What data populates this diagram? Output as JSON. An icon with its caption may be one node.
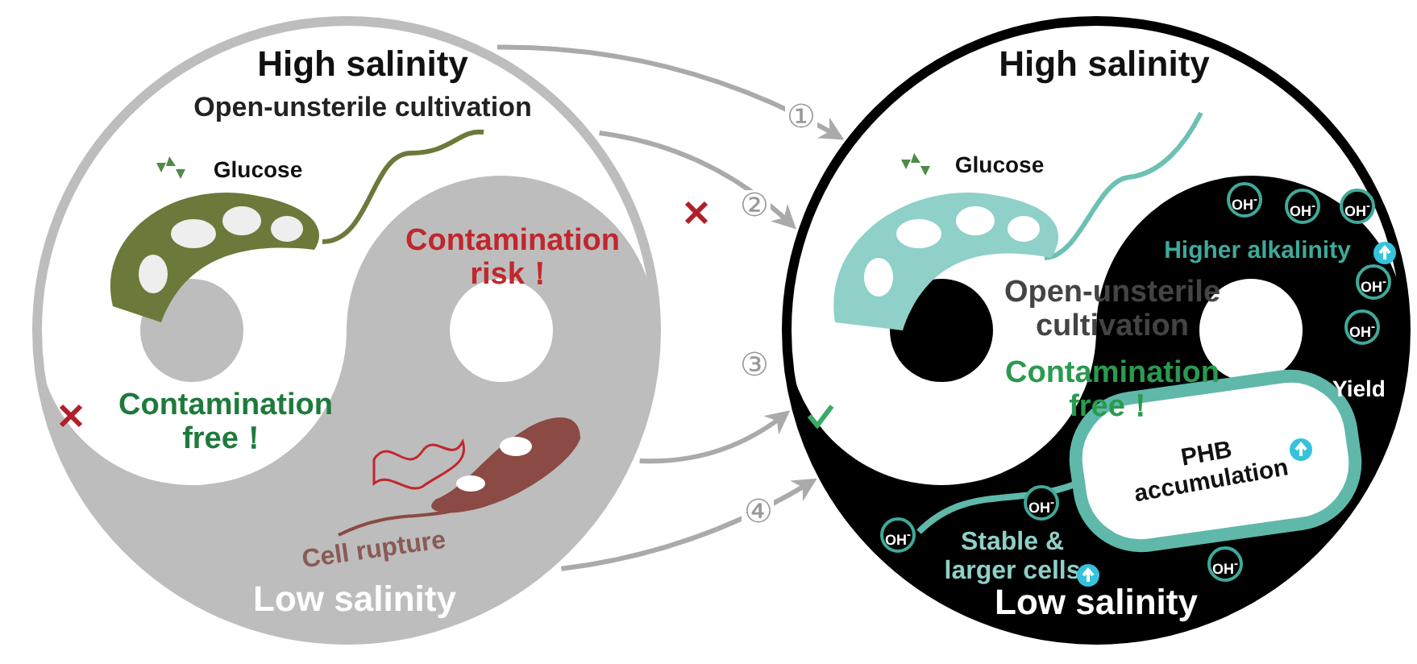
{
  "diagram": {
    "nodes": [
      {
        "text": [
          "High salinity",
          "Open-unsterile cultivation",
          "Glucose",
          "Contamination risk！",
          "Contamination free！",
          "Cell rupture",
          "Low salinity"
        ]
      },
      {
        "text": [
          "High salinity",
          "Glucose",
          "Higher alkalinity",
          "Open-unsterile cultivation",
          "Contamination free！",
          "Yield",
          "PHB accumulation",
          "Stable & larger cells",
          "Low salinity",
          "OH$^{-}$",
          "OH$^{-}$",
          "OH$^{-}$",
          "OH$^{-}$",
          "OH$^{-}$",
          "OH$^{-}$",
          "OH$^{-}$",
          "OH$^{-}$"
        ]
      }
    ],
    "edges": [
      {
        "from": 0,
        "to": 1,
        "arrow": "to",
        "label": "①"
      },
      {
        "from": 0,
        "to": 1,
        "arrow": "to",
        "label": "②"
      },
      {
        "from": 0,
        "to": 1,
        "arrow": "to",
        "label": "③"
      },
      {
        "from": 0,
        "to": 1,
        "arrow": "to",
        "label": "④"
      }
    ]
  }
}
